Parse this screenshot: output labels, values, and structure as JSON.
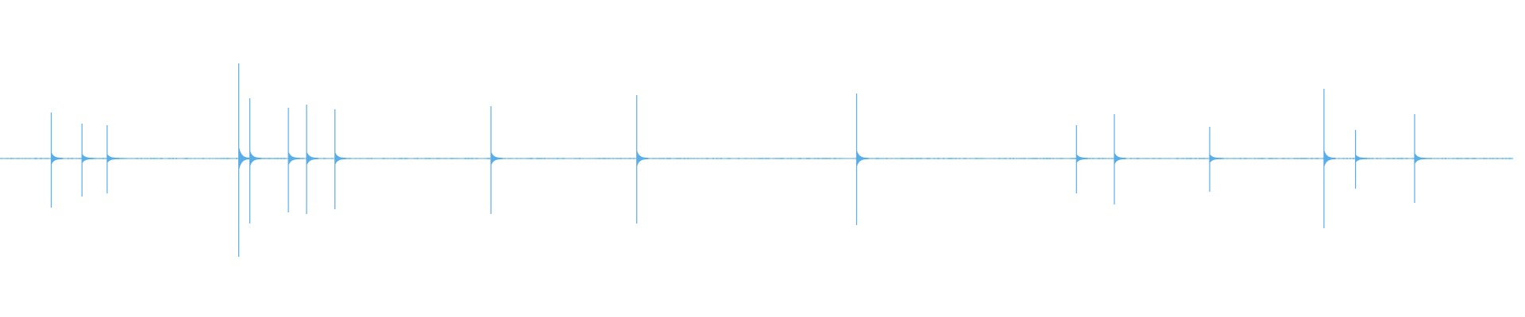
{
  "waveform": {
    "color": "#5aaee8",
    "background": "#ffffff",
    "duration": 1920,
    "amplitude_range": [
      -1,
      1
    ],
    "noise_level": 0.004,
    "transients": [
      {
        "t": 65,
        "pos": 0.29,
        "neg": 0.31
      },
      {
        "t": 104,
        "pos": 0.22,
        "neg": 0.24
      },
      {
        "t": 136,
        "pos": 0.21,
        "neg": 0.22
      },
      {
        "t": 303,
        "pos": 0.6,
        "neg": 0.62
      },
      {
        "t": 317,
        "pos": 0.38,
        "neg": 0.41
      },
      {
        "t": 366,
        "pos": 0.32,
        "neg": 0.34
      },
      {
        "t": 389,
        "pos": 0.34,
        "neg": 0.35
      },
      {
        "t": 425,
        "pos": 0.31,
        "neg": 0.32
      },
      {
        "t": 623,
        "pos": 0.33,
        "neg": 0.35
      },
      {
        "t": 808,
        "pos": 0.4,
        "neg": 0.41
      },
      {
        "t": 1087,
        "pos": 0.41,
        "neg": 0.42
      },
      {
        "t": 1366,
        "pos": 0.21,
        "neg": 0.22
      },
      {
        "t": 1414,
        "pos": 0.28,
        "neg": 0.29
      },
      {
        "t": 1535,
        "pos": 0.2,
        "neg": 0.21
      },
      {
        "t": 1680,
        "pos": 0.44,
        "neg": 0.44
      },
      {
        "t": 1720,
        "pos": 0.18,
        "neg": 0.19
      },
      {
        "t": 1795,
        "pos": 0.28,
        "neg": 0.28
      }
    ]
  }
}
